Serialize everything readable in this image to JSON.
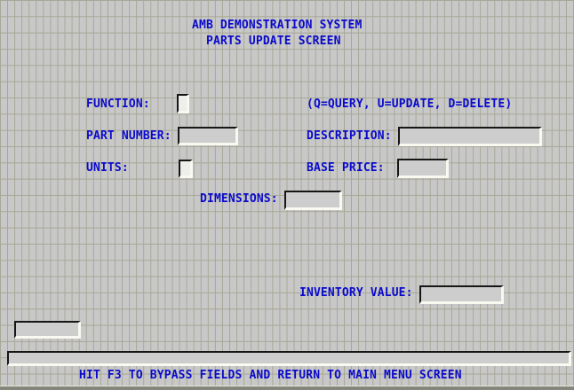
{
  "window": {
    "title_line1": "AMB DEMONSTRATION SYSTEM",
    "title_line2": "PARTS UPDATE SCREEN",
    "footer_message": "HIT F3 TO BYPASS FIELDS AND RETURN TO MAIN MENU SCREEN"
  },
  "form": {
    "function": {
      "label": "FUNCTION:",
      "value": "",
      "hint": "(Q=QUERY, U=UPDATE, D=DELETE)"
    },
    "part_number": {
      "label": "PART NUMBER:",
      "value": ""
    },
    "description": {
      "label": "DESCRIPTION:",
      "value": ""
    },
    "units": {
      "label": "UNITS:",
      "value": ""
    },
    "base_price": {
      "label": "BASE PRICE:",
      "value": ""
    },
    "dimensions": {
      "label": "DIMENSIONS:",
      "value": ""
    },
    "inventory_value": {
      "label": "INVENTORY VALUE:",
      "value": ""
    },
    "status_field": {
      "value": ""
    },
    "message_line": {
      "value": ""
    }
  },
  "colors": {
    "background": "#c8c8c8",
    "grid_line": "#a7a795",
    "label_text": "#0a0acd",
    "field_fill": "#cdcdcd",
    "field_fill_active": "#eeeeea",
    "field_border_dark": "#161616",
    "field_border_light": "#f9f9f2",
    "bottom_strip": "#83877c"
  }
}
